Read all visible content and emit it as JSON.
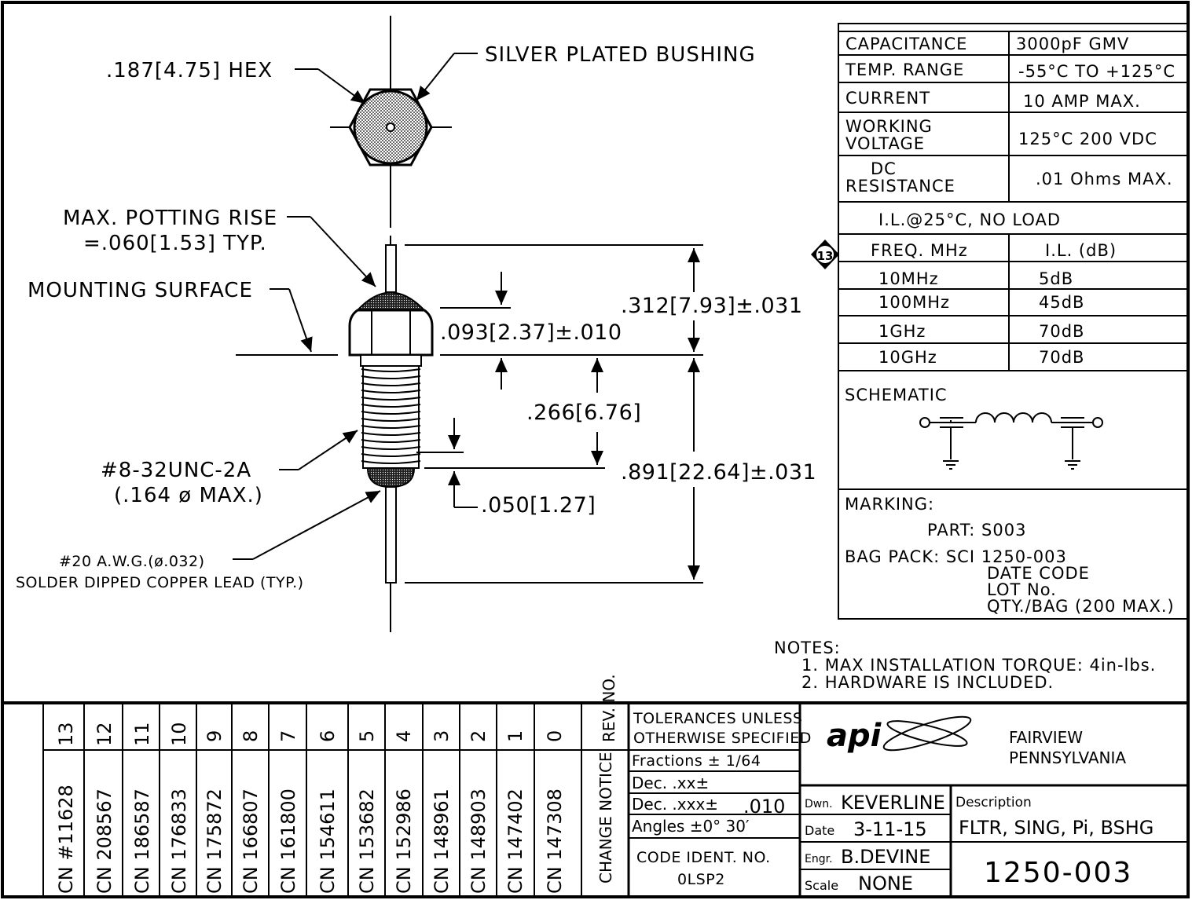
{
  "callouts": {
    "hex": ".187[4.75] HEX",
    "bushing": "SILVER PLATED BUSHING",
    "potting_1": "MAX. POTTING RISE",
    "potting_2": "=.060[1.53] TYP.",
    "mounting": "MOUNTING SURFACE",
    "thread_1": "#8-32UNC-2A",
    "thread_2": "(.164 ø MAX.)",
    "lead_1": "#20 A.W.G.(ø.032)",
    "lead_2": "SOLDER DIPPED COPPER LEAD (TYP.)"
  },
  "dimensions": {
    "d093": ".093[2.37]±.010",
    "d312": ".312[7.93]±.031",
    "d266": ".266[6.76]",
    "d891": ".891[22.64]±.031",
    "d050": ".050[1.27]"
  },
  "specs": [
    {
      "label": "CAPACITANCE",
      "value": "3000pF  GMV"
    },
    {
      "label": "TEMP. RANGE",
      "value": "-55°C  TO  +125°C"
    },
    {
      "label": "CURRENT",
      "value": "10  AMP  MAX."
    },
    {
      "label": "WORKING\nVOLTAGE",
      "value": "125°C  200  VDC"
    },
    {
      "label": "DC\nRESISTANCE",
      "value": ".01  Ohms  MAX."
    }
  ],
  "il": {
    "title": "I.L.@25°C, NO LOAD",
    "col1": "FREQ. MHz",
    "col2": "I.L. (dB)",
    "rev_badge": "13",
    "rows": [
      {
        "freq": "10MHz",
        "il": "5dB"
      },
      {
        "freq": "100MHz",
        "il": "45dB"
      },
      {
        "freq": "1GHz",
        "il": "70dB"
      },
      {
        "freq": "10GHz",
        "il": "70dB"
      }
    ]
  },
  "schematic_label": "SCHEMATIC",
  "marking": {
    "title": "MARKING:",
    "part": "PART: S003",
    "bag": "BAG PACK: SCI 1250-003",
    "date_code": "DATE  CODE",
    "lot": "LOT  No.",
    "qty": "QTY./BAG  (200  MAX.)"
  },
  "notes": {
    "title": "NOTES:",
    "n1": "1. MAX INSTALLATION  TORQUE: 4in-lbs.",
    "n2": "2. HARDWARE IS INCLUDED."
  },
  "revisions": [
    {
      "rev": "13",
      "cn": "CN  #11628"
    },
    {
      "rev": "12",
      "cn": "CN  208567"
    },
    {
      "rev": "11",
      "cn": "CN  186587"
    },
    {
      "rev": "10",
      "cn": "CN  176833"
    },
    {
      "rev": "9",
      "cn": "CN  175872"
    },
    {
      "rev": "8",
      "cn": "CN  166807"
    },
    {
      "rev": "7",
      "cn": "CN  161800"
    },
    {
      "rev": "6",
      "cn": "CN  154611"
    },
    {
      "rev": "5",
      "cn": "CN  153682"
    },
    {
      "rev": "4",
      "cn": "CN  152986"
    },
    {
      "rev": "3",
      "cn": "CN  148961"
    },
    {
      "rev": "2",
      "cn": "CN  148903"
    },
    {
      "rev": "1",
      "cn": "CN  147402"
    },
    {
      "rev": "0",
      "cn": "CN  147308"
    }
  ],
  "rev_header": "REV. NO.",
  "change_notice": "CHANGE  NOTICE",
  "tolerances": {
    "title_1": "TOLERANCES  UNLESS",
    "title_2": "OTHERWISE  SPECIFIED",
    "fractions": "Fractions ±  1/64",
    "dec2": "Dec.  .xx±",
    "dec3": "Dec.  .xxx±",
    "dec3_val": ".010",
    "angles": "Angles  ±0°  30′",
    "code_title": "CODE  IDENT.  NO.",
    "code_val": "0LSP2"
  },
  "title_block": {
    "logo": "api",
    "city": "FAIRVIEW",
    "state": "PENNSYLVANIA",
    "dwn_label": "Dwn.",
    "dwn": "KEVERLINE",
    "date_label": "Date",
    "date": "3-11-15",
    "engr_label": "Engr.",
    "engr": "B.DEVINE",
    "scale_label": "Scale",
    "scale": "NONE",
    "desc_label": "Description",
    "desc": "FLTR,  SING,  Pi,  BSHG",
    "part_no": "1250-003"
  }
}
